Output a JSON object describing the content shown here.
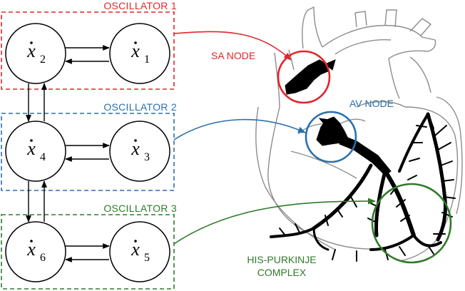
{
  "colors": {
    "osc1": "#e0262a",
    "osc2": "#2a6fad",
    "osc3": "#2f7a2a",
    "ink": "#000000",
    "heart_outline": "#8c8c8c"
  },
  "oscillators": [
    {
      "label": "OSCILLATOR  1",
      "nodes": [
        {
          "var": "x",
          "sub": "2"
        },
        {
          "var": "x",
          "sub": "1"
        }
      ]
    },
    {
      "label": "OSCILLATOR  2",
      "nodes": [
        {
          "var": "x",
          "sub": "4"
        },
        {
          "var": "x",
          "sub": "3"
        }
      ]
    },
    {
      "label": "OSCILLATOR  3",
      "nodes": [
        {
          "var": "x",
          "sub": "6"
        },
        {
          "var": "x",
          "sub": "5"
        }
      ]
    }
  ],
  "anatomy": {
    "sa_node": "SA NODE",
    "av_node": "AV NODE",
    "his_purkinje_line1": "HIS-PURKINJE",
    "his_purkinje_line2": "COMPLEX"
  }
}
